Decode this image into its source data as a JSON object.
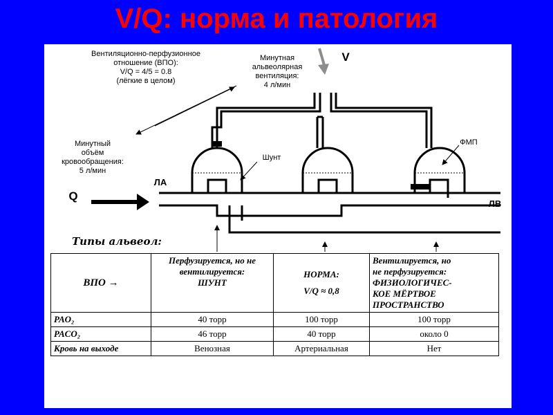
{
  "title": "V/Q: норма и патология",
  "diagram": {
    "vpo_note": [
      "Вентиляционно-перфузионное",
      "отношение (ВПО):",
      "V/Q = 4/5 = 0.8",
      "(лёгкие в целом)"
    ],
    "ventilation_note": [
      "Минутная",
      "альвеолярная",
      "вентиляция:",
      "4 л/мин"
    ],
    "v_label": "V",
    "blood_flow_note": [
      "Минутный",
      "объём",
      "кровообращения:",
      "5 л/мин"
    ],
    "q_label": "Q",
    "la_label": "ЛА",
    "lv_label": "ЛВ",
    "shunt_label": "Шунт",
    "fmp_label": "ФМП",
    "types_caption": "Типы альвеол:"
  },
  "table": {
    "header": {
      "col0": "ВПО →",
      "col1": [
        "Перфузируется, но не",
        "вентилируется:",
        "ШУНТ"
      ],
      "col2": [
        "НОРМА:",
        "V/Q ≈ 0,8"
      ],
      "col3": [
        "Вентилируется, но",
        "не перфузируется:",
        "ФИЗИОЛОГИЧЕС-",
        "КОЕ МЁРТВОЕ",
        "ПРОСТРАНСТВО"
      ]
    },
    "rows": [
      {
        "label": "PAO₂",
        "values": [
          "40 торр",
          "100 торр",
          "100 торр"
        ]
      },
      {
        "label": "PACO₂",
        "values": [
          "46 торр",
          "40 торр",
          "около 0"
        ]
      },
      {
        "label": "Кровь на выходе",
        "values": [
          "Венозная",
          "Артериальная",
          "Нет"
        ]
      }
    ]
  }
}
